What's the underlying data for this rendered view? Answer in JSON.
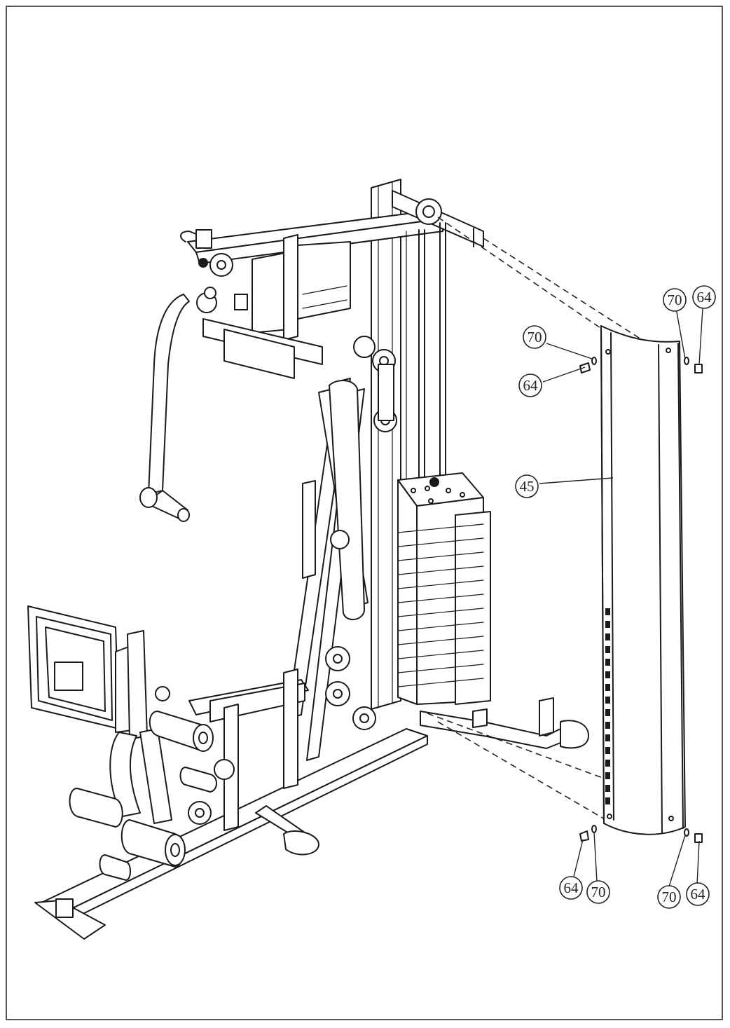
{
  "callouts": {
    "part_45": "45",
    "part_64_top_left": "64",
    "part_70_top_left": "70",
    "part_70_top_right": "70",
    "part_64_top_right": "64",
    "part_64_bottom_left": "64",
    "part_70_bottom_left": "70",
    "part_70_bottom_right": "70",
    "part_64_bottom_right": "64"
  }
}
